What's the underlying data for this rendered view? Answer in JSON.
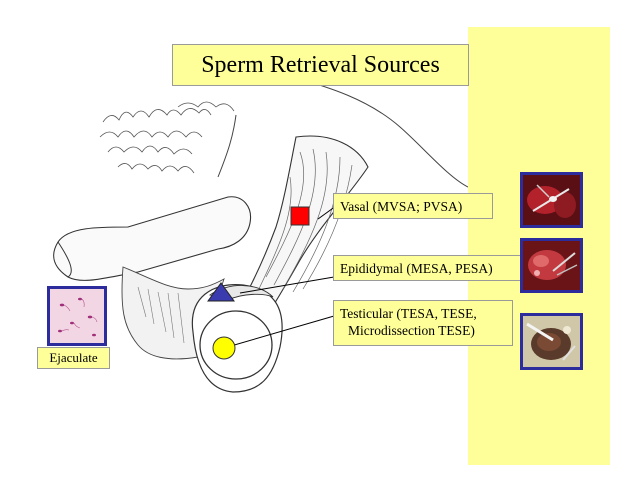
{
  "title": "Sperm Retrieval Sources",
  "labels": {
    "vasal": "Vasal (MVSA; PVSA)",
    "epididymal": "Epididymal (MESA, PESA)",
    "testicular_line1": "Testicular (TESA, TESE,",
    "testicular_line2": "Microdissection TESE)",
    "ejaculate": "Ejaculate"
  },
  "markers": {
    "vasal": {
      "shape": "square",
      "color": "#ff0000"
    },
    "epididymal": {
      "shape": "triangle",
      "color": "#3b3bb0"
    },
    "testicular": {
      "shape": "circle",
      "color": "#ffff00"
    }
  },
  "colors": {
    "slide_background": "#ffff99",
    "thumbnail_border": "#2c2c9c"
  },
  "images": [
    {
      "name": "ejaculate-micrograph"
    },
    {
      "name": "vasal-surgery-photo"
    },
    {
      "name": "epididymal-surgery-photo"
    },
    {
      "name": "testicular-surgery-photo"
    }
  ]
}
